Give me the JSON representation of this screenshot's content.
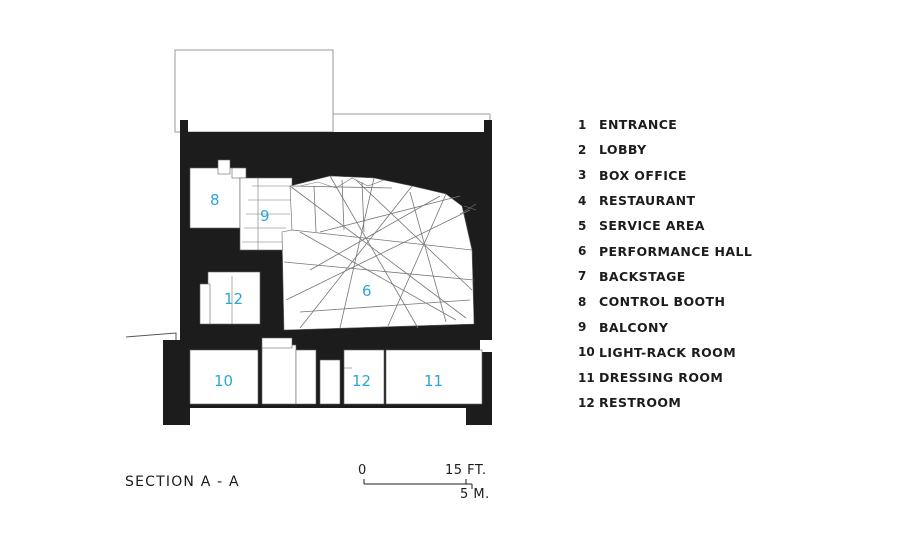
{
  "title": "SECTION A - A",
  "legend": [
    {
      "num": "1",
      "label": "ENTRANCE"
    },
    {
      "num": "2",
      "label": "LOBBY"
    },
    {
      "num": "3",
      "label": "BOX OFFICE"
    },
    {
      "num": "4",
      "label": "RESTAURANT"
    },
    {
      "num": "5",
      "label": "SERVICE AREA"
    },
    {
      "num": "6",
      "label": "PERFORMANCE HALL"
    },
    {
      "num": "7",
      "label": "BACKSTAGE"
    },
    {
      "num": "8",
      "label": "CONTROL BOOTH"
    },
    {
      "num": "9",
      "label": "BALCONY"
    },
    {
      "num": "10",
      "label": "LIGHT-RACK ROOM"
    },
    {
      "num": "11",
      "label": "DRESSING ROOM"
    },
    {
      "num": "12",
      "label": "RESTROOM"
    }
  ],
  "room_labels": {
    "control_booth": "8",
    "balcony": "9",
    "restroom_upper": "12",
    "performance_hall": "6",
    "light_rack_room": "10",
    "restroom_lower": "12",
    "dressing_room": "11"
  },
  "scale": {
    "zero": "0",
    "feet": "15 FT.",
    "meters": "5 M."
  },
  "colors": {
    "wall": "#1c1c1c",
    "room_label": "#2aa7d6",
    "outline": "#9a9a9a"
  }
}
